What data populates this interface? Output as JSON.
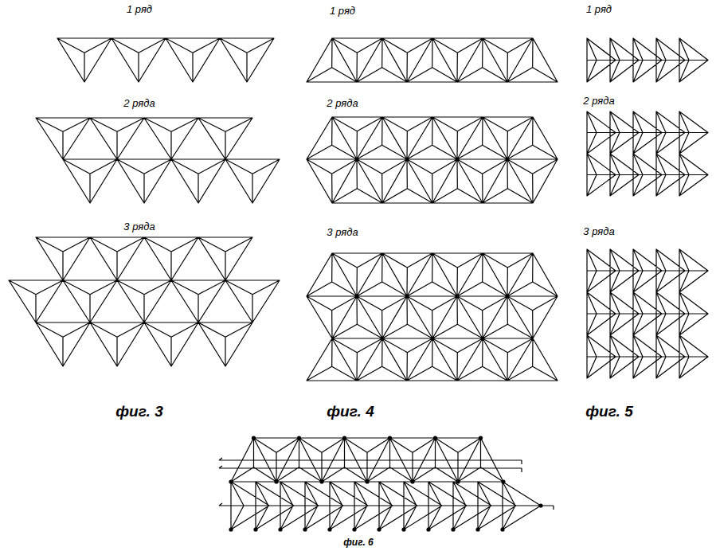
{
  "diagram": {
    "labels": [
      "1 ряд",
      "1 ряд",
      "1 ряд",
      "2 ряда",
      "2 ряда",
      "2 ряда",
      "3 ряда",
      "3 ряда",
      "3 ряда",
      "фиг. 3",
      "фиг. 4",
      "фиг. 5",
      "фиг. 6"
    ]
  }
}
